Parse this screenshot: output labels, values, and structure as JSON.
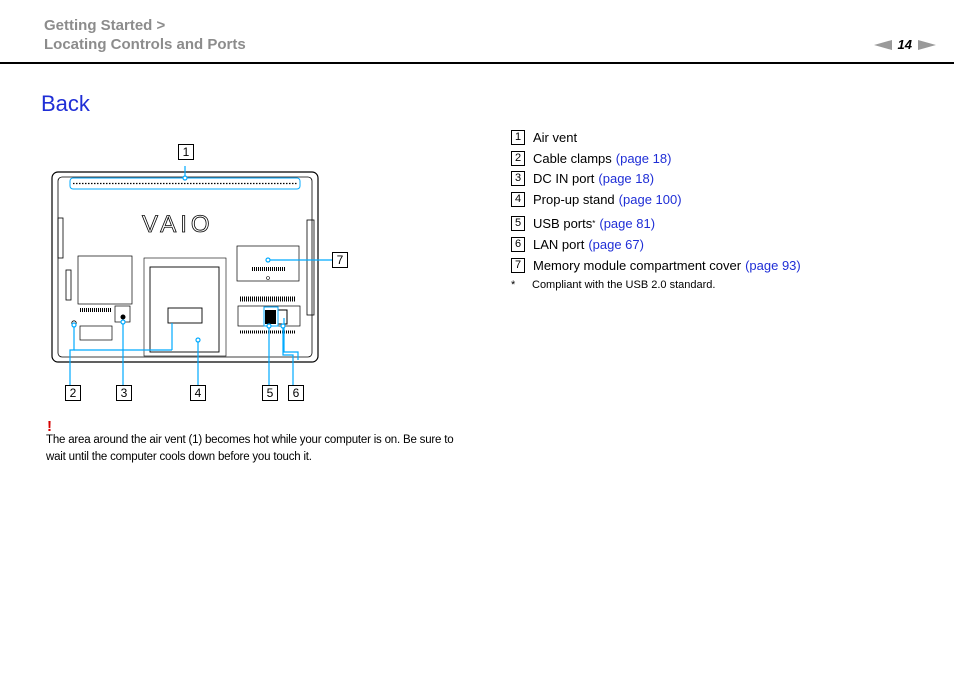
{
  "header": {
    "breadcrumb_line1": "Getting Started >",
    "breadcrumb_line2": "Locating Controls and Ports",
    "page_number": "14"
  },
  "section_title": "Back",
  "diagram": {
    "logo_text": "VAIO",
    "callouts": [
      "1",
      "2",
      "3",
      "4",
      "5",
      "6",
      "7"
    ]
  },
  "legend": {
    "items": [
      {
        "num": "1",
        "label": "Air vent",
        "sup": "",
        "link": ""
      },
      {
        "num": "2",
        "label": "Cable clamps",
        "sup": "",
        "link": "(page 18)"
      },
      {
        "num": "3",
        "label": "DC IN port",
        "sup": "",
        "link": "(page 18)"
      },
      {
        "num": "4",
        "label": "Prop-up stand",
        "sup": "",
        "link": "(page 100)"
      },
      {
        "num": "5",
        "label": "USB ports",
        "sup": "*",
        "link": "(page 81)"
      },
      {
        "num": "6",
        "label": "LAN port",
        "sup": "",
        "link": "(page 67)"
      },
      {
        "num": "7",
        "label": "Memory module compartment cover",
        "sup": "",
        "link": "(page 93)"
      }
    ],
    "footnote_mark": "*",
    "footnote_text": "Compliant with the USB 2.0 standard."
  },
  "warning": {
    "mark": "!",
    "text": "The area around the air vent (1) becomes hot while your computer is on. Be sure to wait until the computer cools down before you touch it."
  },
  "colors": {
    "link": "#1f2ed6",
    "header_gray": "#8c8c8c",
    "callout_line": "#00aaff",
    "warning": "#d60000"
  }
}
